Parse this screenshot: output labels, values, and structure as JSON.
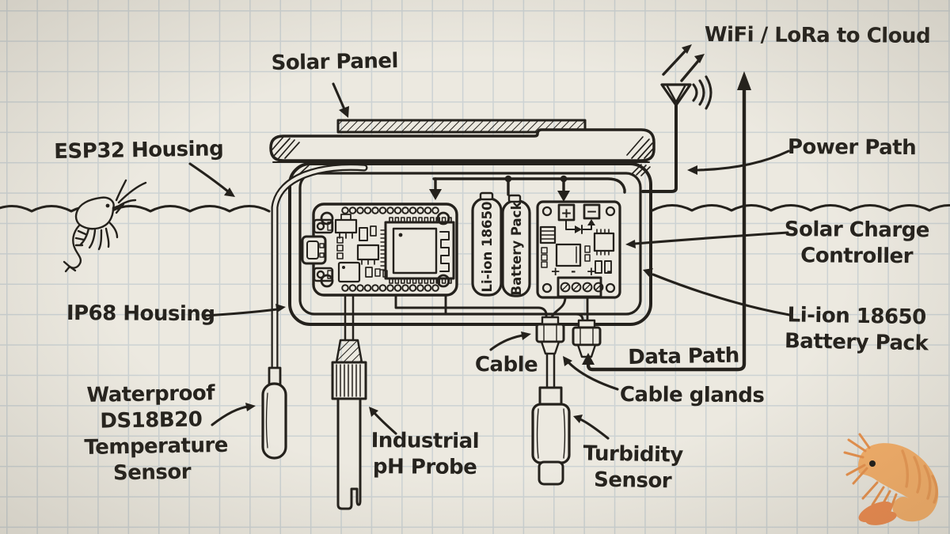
{
  "title_hint": "Hand-drawn sketch of a solar-powered ESP32 water-quality monitoring buoy",
  "labels": {
    "solar_panel": "Solar Panel",
    "wifi_lora": "WiFi / LoRa to Cloud",
    "esp32_housing": "ESP32 Housing",
    "power_path": "Power Path",
    "solar_charge_controller_line1": "Solar Charge",
    "solar_charge_controller_line2": "Controller",
    "battery_label_line1": "Li-ion 18650",
    "battery_label_line2": "Battery Pack",
    "ip68_housing": "IP68 Housing",
    "temp_sensor_line1": "Waterproof",
    "temp_sensor_line2": "DS18B20",
    "temp_sensor_line3": "Temperature",
    "temp_sensor_line4": "Sensor",
    "ph_probe_line1": "Industrial",
    "ph_probe_line2": "pH Probe",
    "cable": "Cable",
    "data_path": "Data Path",
    "cable_glands": "Cable glands",
    "turbidity_line1": "Turbidity",
    "turbidity_line2": "Sensor"
  },
  "components": {
    "battery_cell_left": "Li-ion 18650",
    "battery_cell_right": "Battery Pack",
    "controller_plus": "+",
    "controller_minus": "−",
    "terminal_marks": "+ - + -"
  },
  "colors": {
    "ink": "#24211c",
    "paper": "#ECE9E0",
    "grid": "#b2c0c9",
    "shrimp_body": "#F6B06A",
    "shrimp_accent": "#EE8C50"
  }
}
